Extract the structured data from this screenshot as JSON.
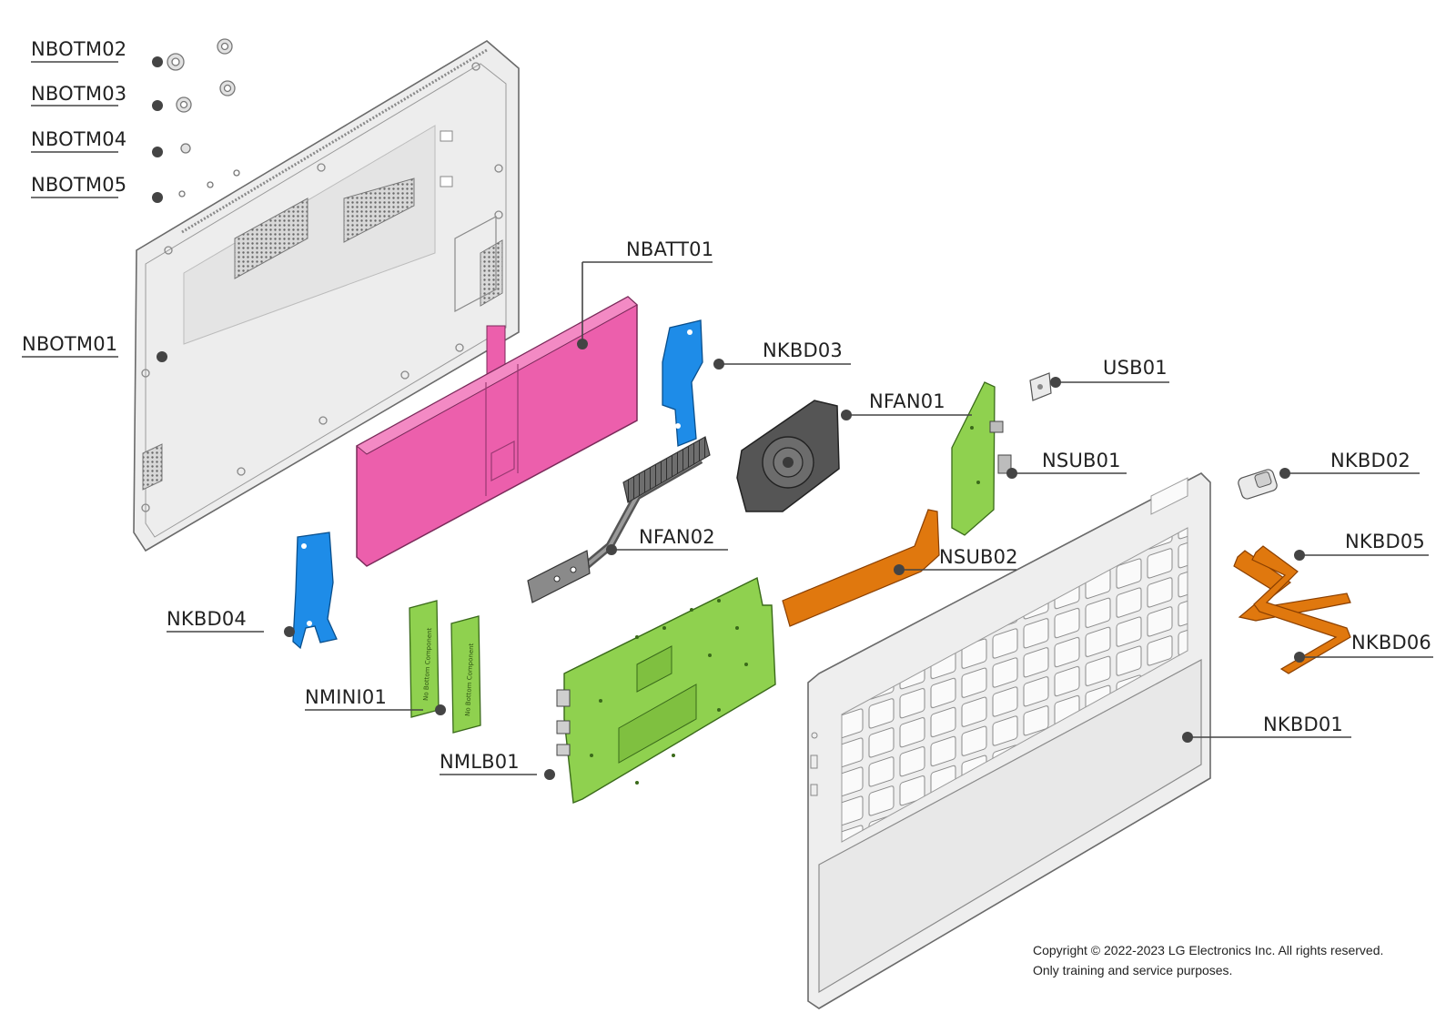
{
  "parts": [
    {
      "id": "nbotm02",
      "label": "NBOTM02"
    },
    {
      "id": "nbotm03",
      "label": "NBOTM03"
    },
    {
      "id": "nbotm04",
      "label": "NBOTM04"
    },
    {
      "id": "nbotm05",
      "label": "NBOTM05"
    },
    {
      "id": "nbotm01",
      "label": "NBOTM01"
    },
    {
      "id": "nbatt01",
      "label": "NBATT01"
    },
    {
      "id": "nkbd03",
      "label": "NKBD03"
    },
    {
      "id": "nfan01",
      "label": "NFAN01"
    },
    {
      "id": "usb01",
      "label": "USB01"
    },
    {
      "id": "nsub01",
      "label": "NSUB01"
    },
    {
      "id": "nkbd02",
      "label": "NKBD02"
    },
    {
      "id": "nfan02",
      "label": "NFAN02"
    },
    {
      "id": "nsub02",
      "label": "NSUB02"
    },
    {
      "id": "nkbd05",
      "label": "NKBD05"
    },
    {
      "id": "nkbd06",
      "label": "NKBD06"
    },
    {
      "id": "nkbd04",
      "label": "NKBD04"
    },
    {
      "id": "nmini01",
      "label": "NMINI01"
    },
    {
      "id": "nmlb01",
      "label": "NMLB01"
    },
    {
      "id": "nkbd01",
      "label": "NKBD01"
    }
  ],
  "ssd_marking": "No Bottom Component",
  "copyright": {
    "line1": "Copyright © 2022-2023 LG Electronics Inc. All rights reserved.",
    "line2": "Only training and service purposes."
  },
  "colors": {
    "battery": "#ec5fac",
    "bracket": "#1e8ce8",
    "board": "#8fd14f",
    "fpc": "#e0780e",
    "fan": "#555555",
    "case": "#ececec",
    "outline": "#6a6a6a",
    "leader": "#444444"
  }
}
